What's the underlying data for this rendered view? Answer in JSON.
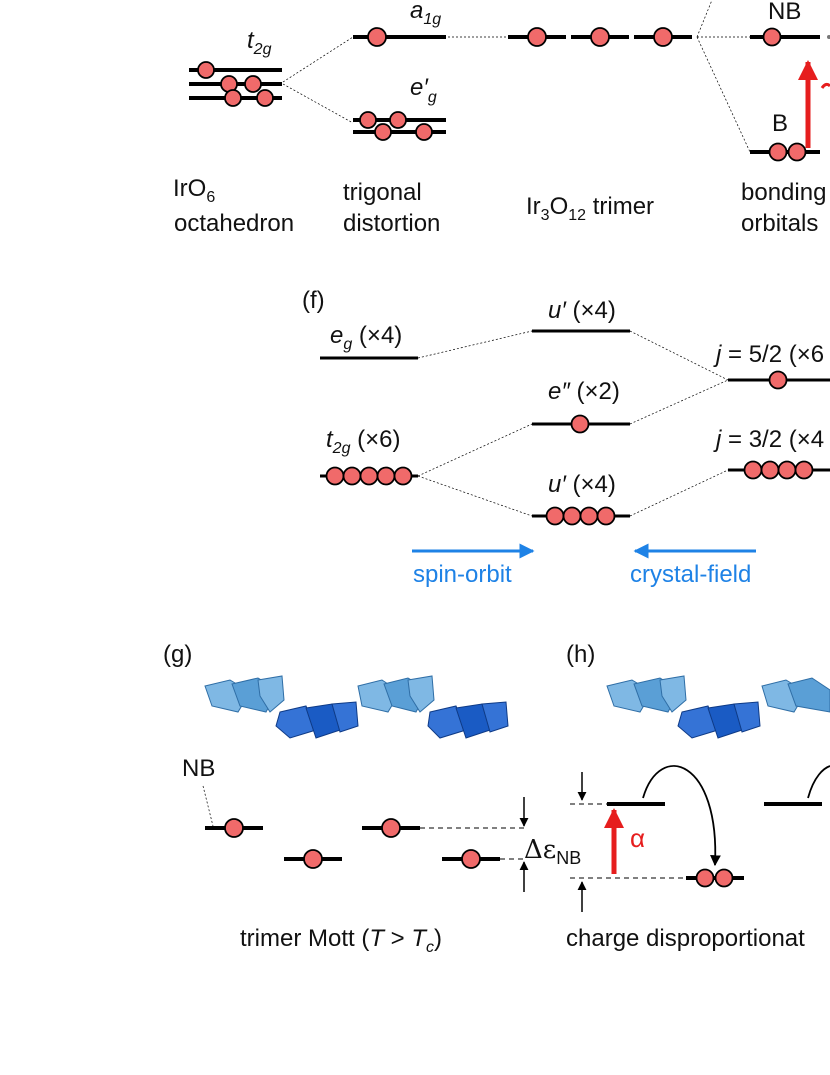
{
  "panel_e": {
    "t2g": "t",
    "t2g_sub": "2g",
    "a1g": "a",
    "a1g_sub": "1g",
    "eg_prime": "e′",
    "eg_prime_sub": "g",
    "nb": "NB",
    "b": "B",
    "col1_line1": "IrO",
    "col1_line1_sub": "6",
    "col1_line2": "octahedron",
    "col2_line1": "trigonal",
    "col2_line2": "distortion",
    "col3_a": "Ir",
    "col3_a_sub": "3",
    "col3_b": "O",
    "col3_b_sub": "12",
    "col3_c": " trimer",
    "col4_line1": "bonding",
    "col4_line2": "orbitals"
  },
  "panel_f": {
    "label": "(f)",
    "eg": "e",
    "eg_sub": "g",
    "eg_count": " (×4)",
    "t2g": "t",
    "t2g_sub": "2g",
    "t2g_count": " (×6)",
    "u_top": "u′",
    "u_top_count": " (×4)",
    "e_dd": "e″",
    "e_dd_count": " (×2)",
    "u_bot": "u′",
    "u_bot_count": " (×4)",
    "j52_j": "j",
    "j52_rest": " = 5/2 (×6",
    "j32_j": "j",
    "j32_rest": " = 3/2 (×4",
    "spin_orbit": "spin-orbit",
    "crystal_field": "crystal-field"
  },
  "panel_g": {
    "label": "(g)",
    "nb": "NB",
    "delta_main": "Δε",
    "delta_sub": "NB",
    "caption_a": "trimer Mott (",
    "caption_T": "T",
    "caption_b": " > ",
    "caption_Tc": "T",
    "caption_c_sub": "c",
    "caption_d": ")"
  },
  "panel_h": {
    "label": "(h)",
    "alpha": "α",
    "caption": "charge disproportionat"
  },
  "colors": {
    "electron": "#f06a6a",
    "arrow_blue": "#1e82e6",
    "arrow_red": "#e61e1e"
  }
}
